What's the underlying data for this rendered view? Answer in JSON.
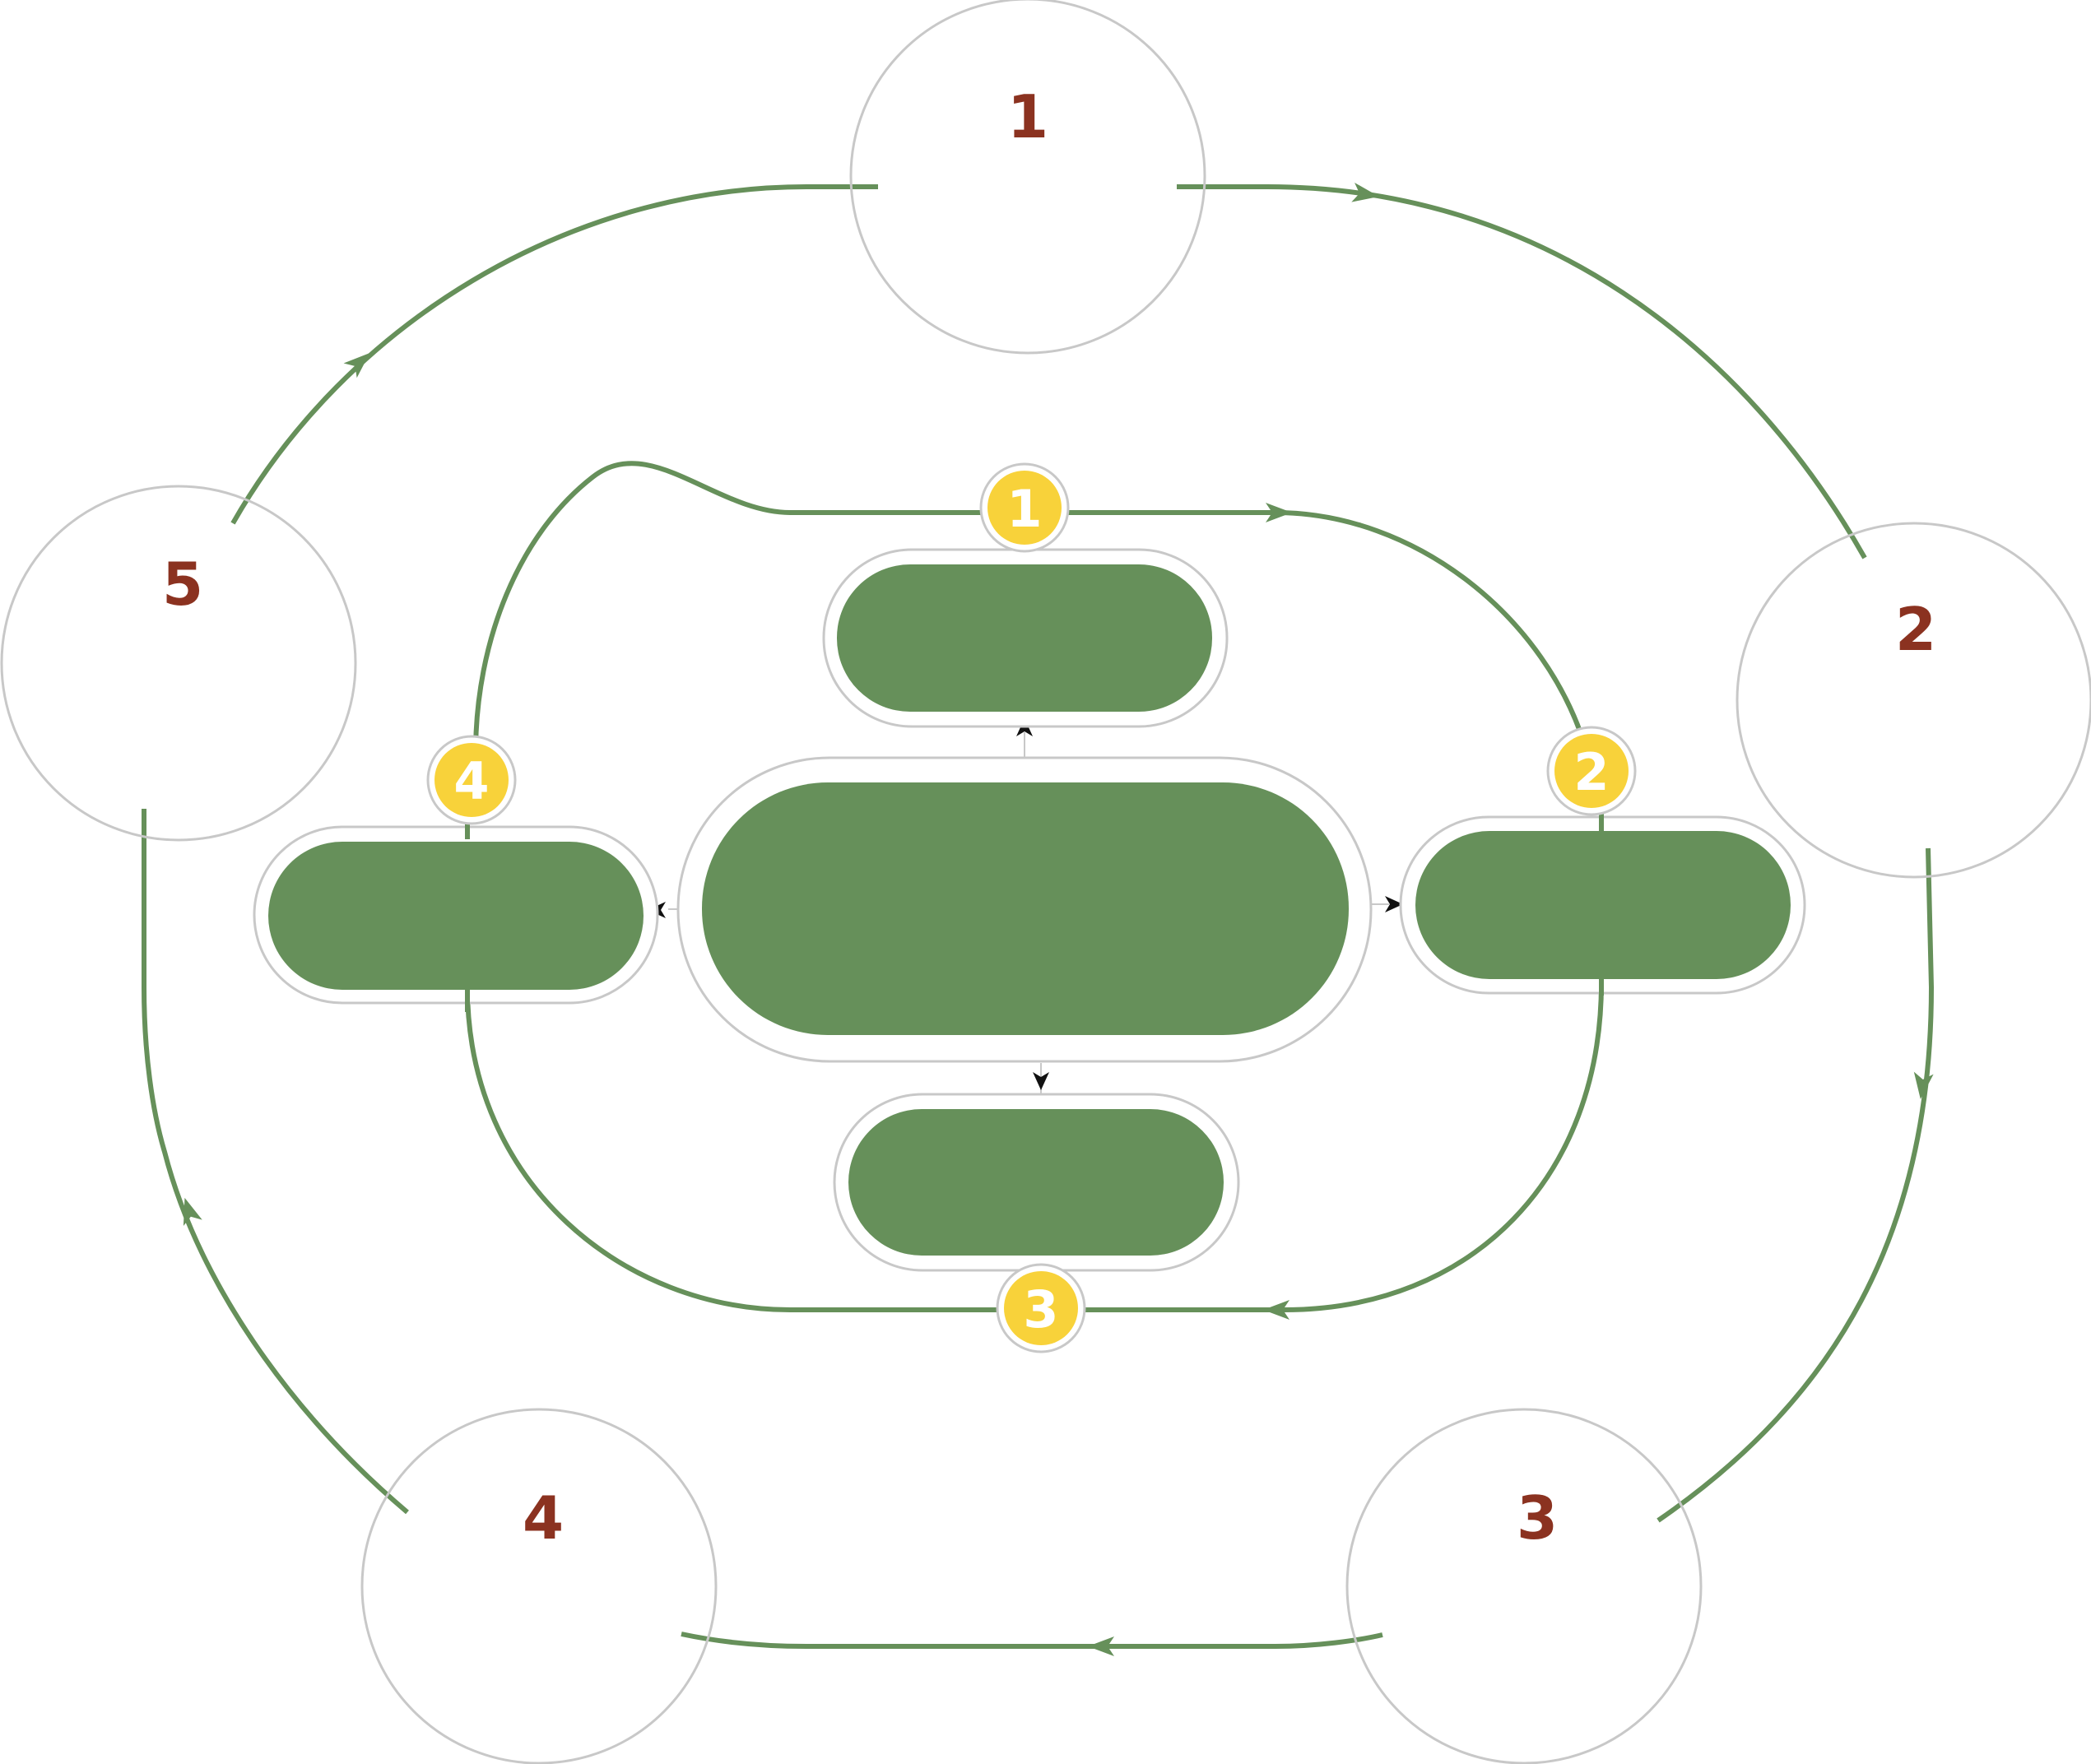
{
  "colors": {
    "green": "#66905a",
    "ring": "#c8c8c8",
    "badge": "#f8d23a",
    "number": "#8b3220",
    "white": "#ffffff",
    "arrow": "#111111"
  },
  "outer_nodes": [
    {
      "label": "1"
    },
    {
      "label": "2"
    },
    {
      "label": "3"
    },
    {
      "label": "4"
    },
    {
      "label": "5"
    }
  ],
  "inner_badges": [
    {
      "label": "1"
    },
    {
      "label": "2"
    },
    {
      "label": "3"
    },
    {
      "label": "4"
    }
  ]
}
